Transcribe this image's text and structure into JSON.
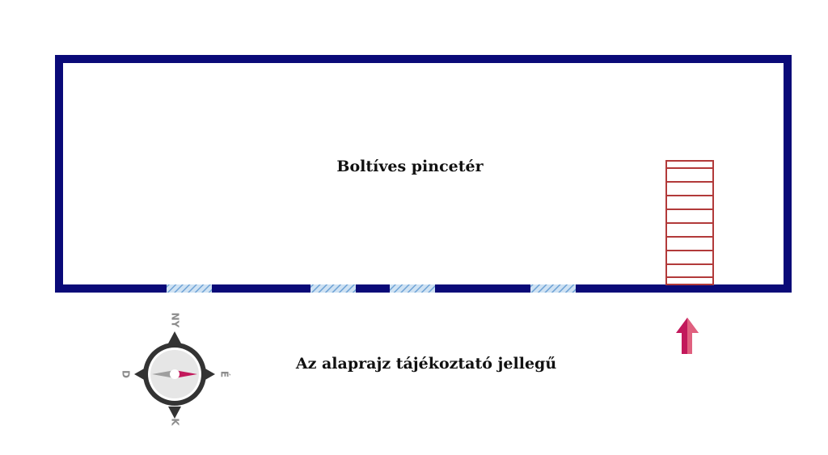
{
  "room": {
    "label": "Boltíves pincetér"
  },
  "note": {
    "text": "Az alaprajz tájékoztató jellegű"
  },
  "compass": {
    "north": "NY",
    "east": "É",
    "south": "K",
    "west": "D",
    "needle_color": "#c2185b",
    "tail_color": "#9e9e9e"
  },
  "colors": {
    "wall": "#0a0a78",
    "window": "#8ab8e0",
    "stairs": "#b23a3a",
    "entrance_arrow": "#c2185b"
  },
  "icons": {
    "entrance": "entrance-arrow-icon",
    "compass": "compass-icon",
    "stairs": "stairs-icon"
  }
}
